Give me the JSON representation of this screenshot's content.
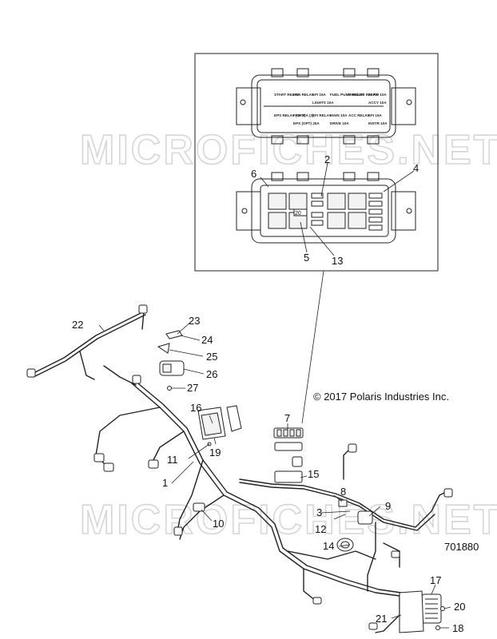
{
  "watermark": "MICROFICHES.NET",
  "copyright": "© 2017 Polaris Industries Inc.",
  "diagram_id": "701880",
  "fuse_box_labels": [
    "START RELAY",
    "FAN RELAY",
    "EFI 15A",
    "FUEL PUMP RELAY",
    "CHASSIS RELAY",
    "TERM 10A",
    "LIGHTS 10A",
    "ACCY 10A",
    "EPS RELAY (OPT)",
    "FAN 20A (3)",
    "EFI RELAY",
    "MAIN 10A",
    "ACC RELAY",
    "EFI 15A",
    "EPS (OPT) 25A",
    "DRIVE 10A",
    "INSTR 10A"
  ],
  "callouts": [
    "1",
    "2",
    "3",
    "4",
    "5",
    "6",
    "7",
    "8",
    "9",
    "10",
    "11",
    "12",
    "13",
    "14",
    "15",
    "16",
    "17",
    "18",
    "19",
    "20",
    "21",
    "22",
    "23",
    "24",
    "25",
    "26",
    "27"
  ]
}
